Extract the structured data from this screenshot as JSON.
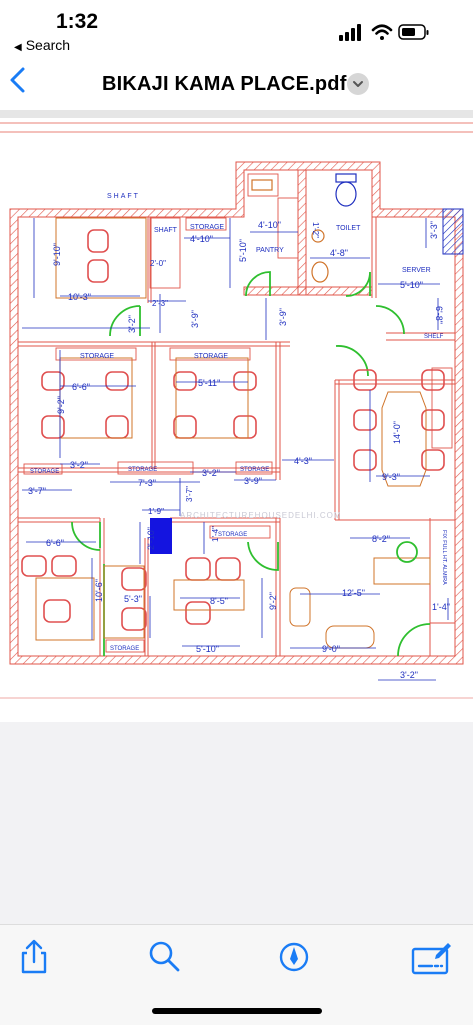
{
  "status": {
    "time": "1:32",
    "back_label": "Search"
  },
  "nav": {
    "title": "BIKAJI KAMA PLACE.pdf"
  },
  "plan": {
    "labels": {
      "shaft_top": "SHAFT",
      "shaft_inner": "SHAFT",
      "storage": "STORAGE",
      "pantry": "PANTRY",
      "toilet": "TOILET",
      "server": "SERVER",
      "shelf": "SHELF",
      "almira": "FIX FULL HT. ALMIRA",
      "watermark": "ARCHITECTUREHOUSEDELHI.COM"
    },
    "dims": {
      "d_9_10": "9'-10\"",
      "d_10_3": "10'-3\"",
      "d_2_0": "2'-0\"",
      "d_2_3": "2'-3\"",
      "d_3_2a": "3'-2\"",
      "d_3_9a": "3'-9\"",
      "d_4_10a": "4'-10\"",
      "d_5_10a": "5'-10\"",
      "d_4_10b": "4'-10\"",
      "d_1_2": "1'-2\"",
      "d_4_8": "4'-8\"",
      "d_3_3": "3'-3\"",
      "d_5_10b": "5'-10\"",
      "d_6_8": "6'-8\"",
      "d_3_9b": "3'-9\"",
      "d_6_6a": "6'-6\"",
      "d_5_11": "5'-11\"",
      "d_9_2": "9'-2\"",
      "d_14_0": "14'-0\"",
      "d_9_3": "9'-3\"",
      "d_3_2b": "3'-2\"",
      "d_3_2c": "3'-2\"",
      "d_4_3": "4'-3\"",
      "d_3_7a": "3'-7\"",
      "d_7_3": "7'-3\"",
      "d_3_9c": "3'-9\"",
      "d_1_9": "1'-9\"",
      "d_3_7b": "3'-7\"",
      "d_8_2": "8'-2\"",
      "d_6_6b": "6'-6\"",
      "d_2_10": "2'-10\"",
      "d_1_4a": "1'-4\"",
      "d_10_6": "10'-6\"",
      "d_5_3": "5'-3\"",
      "d_8_5": "8'-5\"",
      "d_9_2b": "9'-2\"",
      "d_12_5": "12'-5\"",
      "d_1_4b": "1'-4\"",
      "d_5_10c": "5'-10\"",
      "d_9_0": "9'-0\"",
      "d_3_2d": "3'-2\""
    }
  },
  "colors": {
    "accent": "#1a7cf5",
    "wall": "#e0564a",
    "dimension": "#1f2fbf",
    "door": "#2fbf2f",
    "chair": "#e05050",
    "furniture": "#d0742a",
    "blue_block": "#1414e0"
  },
  "icons": {
    "back": "chevron-left-icon",
    "title_menu": "chevron-down-icon",
    "share": "share-icon",
    "search": "search-icon",
    "markup": "markup-pen-icon",
    "signature": "signature-icon"
  }
}
